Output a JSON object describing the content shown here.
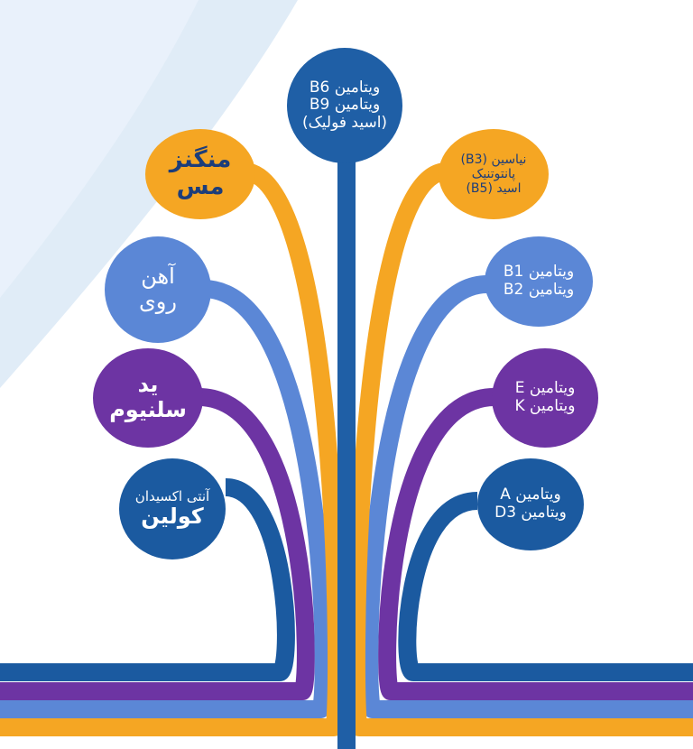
{
  "colors": {
    "navy": "#1f5fa6",
    "orange": "#f5a623",
    "light_blue": "#5b87d6",
    "purple": "#6d34a3",
    "dark_blue": "#1b5aa0",
    "background_swoosh": "#dbe9f6"
  },
  "nodes": {
    "top": {
      "line1": "ویتامین B6",
      "line2": "ویتامین B9",
      "line3": "(اسید فولیک)"
    },
    "manganese": {
      "line1": "منگنز",
      "line2": "مس"
    },
    "niacin": {
      "line1": "نیاسین (B3)",
      "line2": "پانتوتنیک",
      "line3": "اسید (B5)"
    },
    "iron": {
      "line1": "آهن",
      "line2": "روی"
    },
    "b1b2": {
      "line1": "ویتامین B1",
      "line2": "ویتامین B2"
    },
    "iodine": {
      "line1": "ید",
      "line2": "سلنیوم"
    },
    "ek": {
      "line1": "ویتامین E",
      "line2": "ویتامین K"
    },
    "antiox": {
      "line1": "آنتی اکسیدان",
      "line2": "کولین"
    },
    "ad3": {
      "line1": "ویتامین A",
      "line2": "ویتامین D3"
    }
  }
}
